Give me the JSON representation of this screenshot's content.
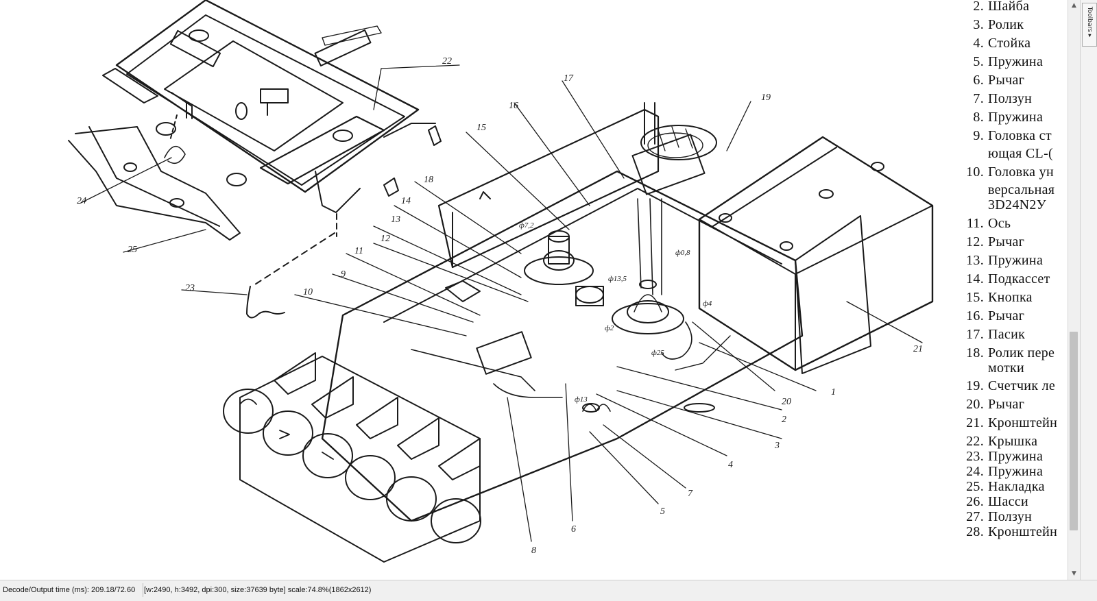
{
  "viewer": {
    "toolbars_label": "Toolbars ▸",
    "scroll_up": "▲",
    "scroll_down": "▼",
    "status": {
      "decode_time": "Decode/Output time (ms): 209.18/72.60",
      "image_info": "[w:2490, h:3492, dpi:300, size:37639 byte] scale:74.8%(1862x2612)"
    }
  },
  "drawing": {
    "callouts": [
      "22",
      "24",
      "25",
      "23",
      "18",
      "15",
      "16",
      "17",
      "19",
      "14",
      "13",
      "12",
      "11",
      "9",
      "10",
      "ф7,2",
      "ф0,8",
      "ф13,5",
      "ф4",
      "ф2",
      "ф25",
      "ф13",
      "1",
      "20",
      "2",
      "3",
      "4",
      "7",
      "5",
      "6",
      "8",
      "21"
    ]
  },
  "legend": [
    {
      "n": "2.",
      "t": "Шайба"
    },
    {
      "n": "3.",
      "t": "Ролик"
    },
    {
      "n": "4.",
      "t": "Стойка"
    },
    {
      "n": "5.",
      "t": "Пружина"
    },
    {
      "n": "6.",
      "t": "Рычаг"
    },
    {
      "n": "7.",
      "t": "Ползун"
    },
    {
      "n": "8.",
      "t": "Пружина"
    },
    {
      "n": "9.",
      "t": "Головка ст"
    },
    {
      "n": "",
      "t": "ющая CL-("
    },
    {
      "n": "10.",
      "t": "Головка ун"
    },
    {
      "n": "",
      "t": "версальная"
    },
    {
      "n": "",
      "t": "3D24N2У"
    },
    {
      "n": "11.",
      "t": "Ось"
    },
    {
      "n": "12.",
      "t": "Рычаг"
    },
    {
      "n": "13.",
      "t": "Пружина"
    },
    {
      "n": "14.",
      "t": "Подкассет"
    },
    {
      "n": "15.",
      "t": "Кнопка"
    },
    {
      "n": "16.",
      "t": "Рычаг"
    },
    {
      "n": "17.",
      "t": "Пасик"
    },
    {
      "n": "18.",
      "t": "Ролик пере"
    },
    {
      "n": "",
      "t": "мотки"
    },
    {
      "n": "19.",
      "t": "Счетчик ле"
    },
    {
      "n": "20.",
      "t": "Рычаг"
    },
    {
      "n": "21.",
      "t": "Кронштейн"
    },
    {
      "n": "22.",
      "t": "Крышка"
    },
    {
      "n": "23.",
      "t": "Пружина"
    },
    {
      "n": "24.",
      "t": "Пружина"
    },
    {
      "n": "25.",
      "t": "Накладка"
    },
    {
      "n": "26.",
      "t": "Шасси"
    },
    {
      "n": "27.",
      "t": "Ползун"
    },
    {
      "n": "28.",
      "t": "Кронштейн"
    }
  ]
}
